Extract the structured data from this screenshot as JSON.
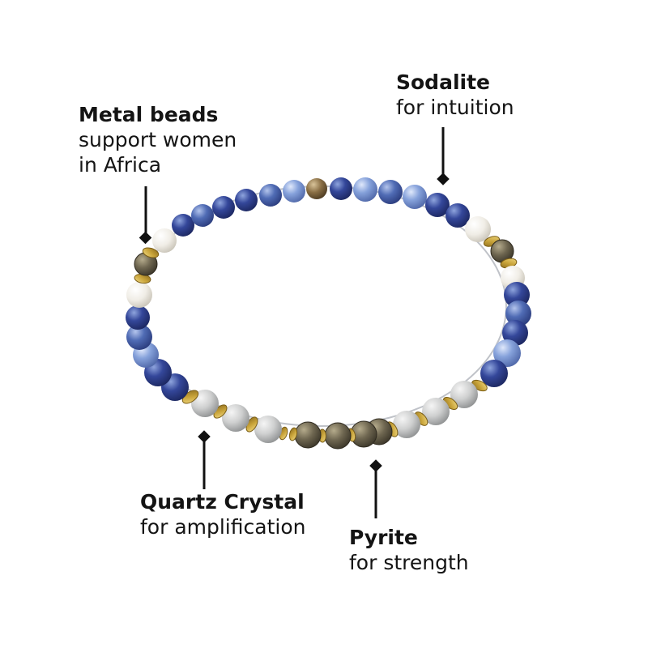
{
  "product": {
    "name": "gemstone-bead-bracelet",
    "colors": {
      "sodalite_dark": "#2c3c86",
      "sodalite_mid": "#4a64ad",
      "sodalite_light": "#7d9bd6",
      "quartz": "#cfcfcf",
      "moonstone": "#f1eee8",
      "pyrite": "#6f6650",
      "gold": "#c9a43a"
    }
  },
  "labels": {
    "metal": {
      "title": "Metal beads",
      "desc": "support women\nin Africa"
    },
    "sodalite": {
      "title": "Sodalite",
      "desc": "for intuition"
    },
    "quartz": {
      "title": "Quartz Crystal",
      "desc": "for amplification"
    },
    "pyrite": {
      "title": "Pyrite",
      "desc": "for strength"
    }
  },
  "callout_color": "#111111"
}
